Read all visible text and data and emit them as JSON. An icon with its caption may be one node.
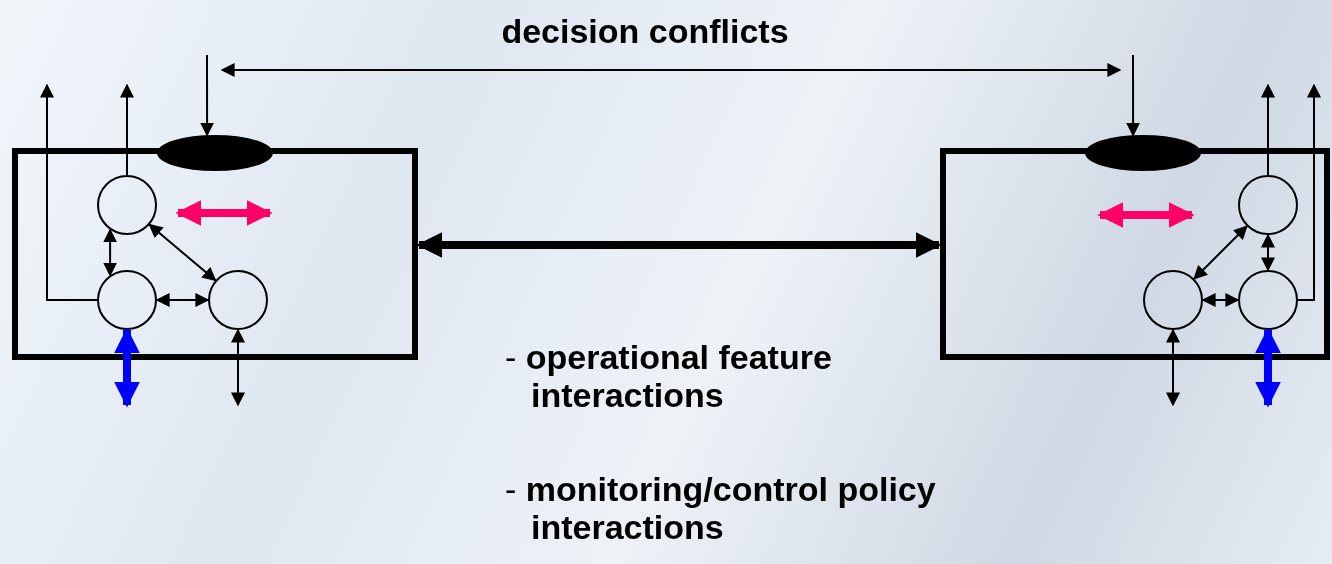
{
  "diagram": {
    "nodes": [
      {
        "text": [],
        "shape": "box"
      },
      {
        "text": [],
        "shape": "ellipse"
      },
      {
        "text": [],
        "shape": "circle",
        "in": 0
      },
      {
        "text": [],
        "shape": "circle",
        "in": 0
      },
      {
        "text": [],
        "shape": "circle",
        "in": 0
      },
      {
        "text": [],
        "shape": "box"
      },
      {
        "text": [],
        "shape": "ellipse"
      },
      {
        "text": [],
        "shape": "circle",
        "in": 5
      },
      {
        "text": [],
        "shape": "circle",
        "in": 5
      },
      {
        "text": [],
        "shape": "circle",
        "in": 5
      }
    ],
    "edges": [
      {
        "from": null,
        "to": 1,
        "arrow": "to"
      },
      {
        "from": null,
        "to": 6,
        "arrow": "to"
      },
      {
        "from": 0,
        "to": 5,
        "arrow": "both",
        "style": "thick"
      },
      {
        "from": 2,
        "to": null,
        "arrow": "to"
      },
      {
        "from": 3,
        "to": null,
        "arrow": "to"
      },
      {
        "from": 2,
        "to": 3,
        "arrow": "both"
      },
      {
        "from": 2,
        "to": 4,
        "arrow": "both"
      },
      {
        "from": 3,
        "to": 4,
        "arrow": "both"
      },
      {
        "from": 3,
        "to": null,
        "arrow": "both",
        "style": "thick",
        "color": "#0000ff"
      },
      {
        "from": 4,
        "to": null,
        "arrow": "both"
      },
      {
        "from": 7,
        "to": null,
        "arrow": "to"
      },
      {
        "from": 9,
        "to": null,
        "arrow": "to"
      },
      {
        "from": 7,
        "to": 8,
        "arrow": "both"
      },
      {
        "from": 7,
        "to": 9,
        "arrow": "both"
      },
      {
        "from": 8,
        "to": 9,
        "arrow": "both"
      },
      {
        "from": 8,
        "to": null,
        "arrow": "both"
      },
      {
        "from": 9,
        "to": null,
        "arrow": "both",
        "style": "thick",
        "color": "#0000ff"
      }
    ],
    "labels": [
      "decision conflicts",
      "- **operational feature interactions**",
      "- **monitoring/control policy interactions**"
    ]
  }
}
